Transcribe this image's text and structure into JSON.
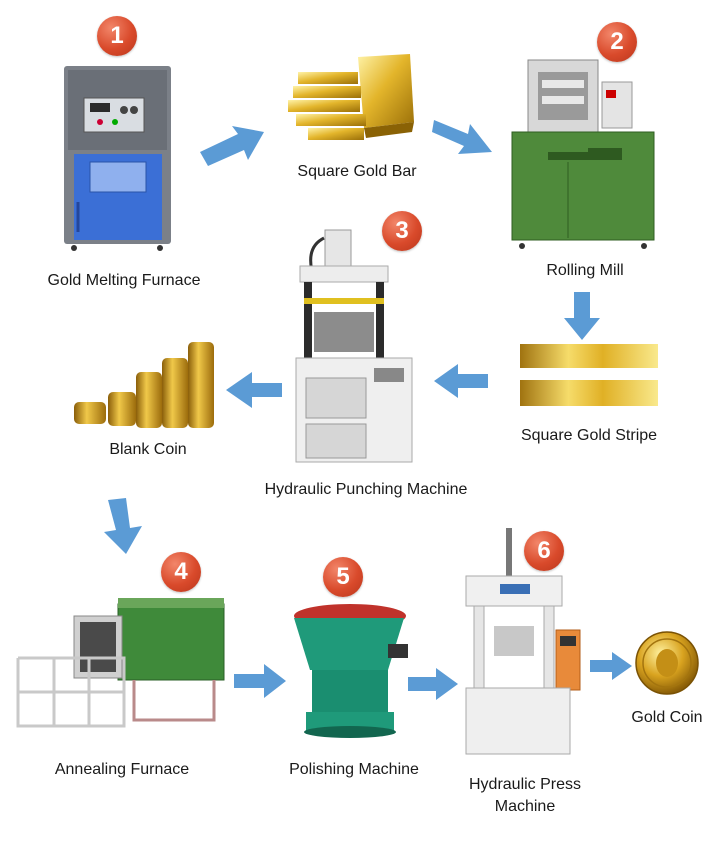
{
  "steps": [
    {
      "number": "1",
      "label": "Gold Melting Furnace"
    },
    {
      "number": "",
      "label": "Square Gold Bar"
    },
    {
      "number": "2",
      "label": "Rolling Mill"
    },
    {
      "number": "",
      "label": "Square Gold Stripe"
    },
    {
      "number": "3",
      "label": "Hydraulic Punching Machine"
    },
    {
      "number": "",
      "label": "Blank Coin"
    },
    {
      "number": "4",
      "label": "Annealing Furnace"
    },
    {
      "number": "5",
      "label": "Polishing Machine"
    },
    {
      "number": "6",
      "label": "Hydraulic Press Machine"
    },
    {
      "number": "",
      "label": "Gold Coin"
    }
  ],
  "colors": {
    "badge": "#d94a2b",
    "arrow": "#5b9bd5",
    "gold": "#d4a520",
    "text": "#1a1a1a"
  }
}
